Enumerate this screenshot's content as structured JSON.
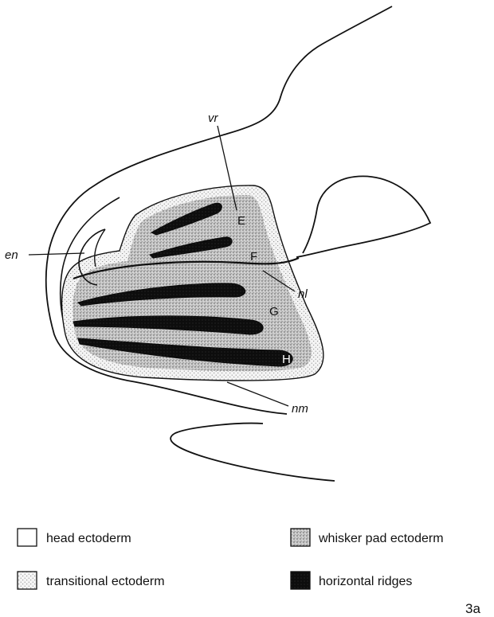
{
  "labels": {
    "vr": "vr",
    "en": "en",
    "nl": "nl",
    "nm": "nm",
    "E": "E",
    "F": "F",
    "G": "G",
    "H": "H"
  },
  "legend": [
    {
      "key": "head",
      "text": "head ectoderm"
    },
    {
      "key": "whisker",
      "text": "whisker pad ectoderm"
    },
    {
      "key": "transitional",
      "text": "transitional ectoderm"
    },
    {
      "key": "ridges",
      "text": "horizontal ridges"
    }
  ],
  "figure_number": "3a",
  "colors": {
    "line": "#111111",
    "head_fill": "#ffffff",
    "transitional_fill": "#e9e9e9",
    "whisker_fill": "#bdbdbd",
    "ridge_fill": "#0d0d0d"
  }
}
